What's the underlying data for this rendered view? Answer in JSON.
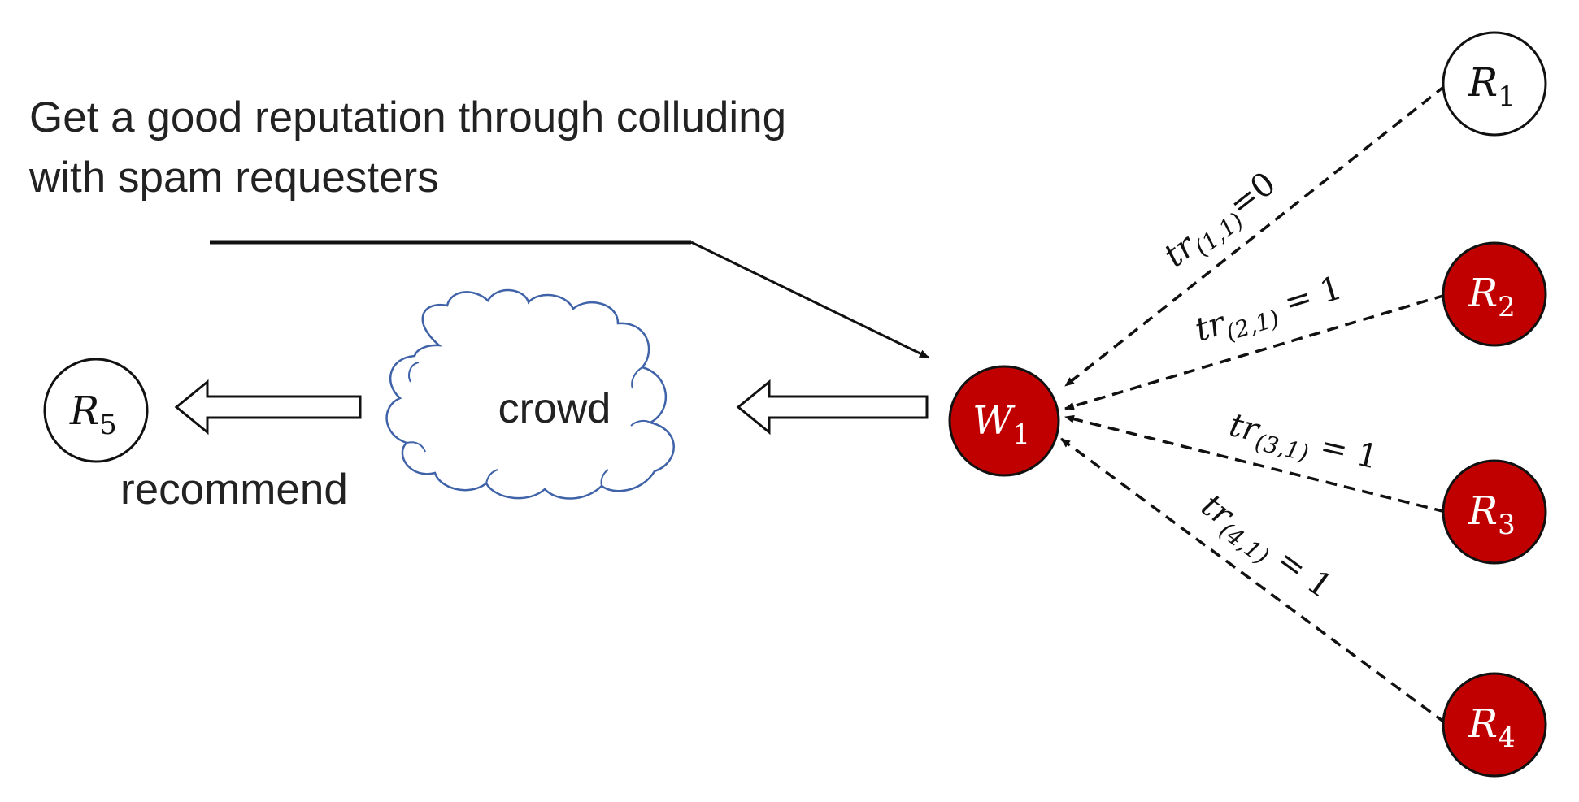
{
  "caption": {
    "line1": "Get a good reputation through colluding",
    "line2": "with spam requesters"
  },
  "colors": {
    "spam_node": "#c00000",
    "honest_node": "#ffffff",
    "cloud_stroke": "#3f62a8"
  },
  "nodes": {
    "worker": {
      "base": "W",
      "sub": "1"
    },
    "r1": {
      "base": "R",
      "sub": "1"
    },
    "r2": {
      "base": "R",
      "sub": "2"
    },
    "r3": {
      "base": "R",
      "sub": "3"
    },
    "r4": {
      "base": "R",
      "sub": "4"
    },
    "r5": {
      "base": "R",
      "sub": "5"
    }
  },
  "cloud_label": "crowd",
  "recommend_label": "recommend",
  "edges": {
    "e1": {
      "tr": "tr",
      "sub": "(1,1)",
      "rest": "=0"
    },
    "e2": {
      "tr": "tr",
      "sub": "(2,1)",
      "rest": " = 1"
    },
    "e3": {
      "tr": "tr",
      "sub": "(3,1)",
      "rest": " = 1"
    },
    "e4": {
      "tr": "tr",
      "sub": "(4,1)",
      "rest": " = 1"
    }
  }
}
